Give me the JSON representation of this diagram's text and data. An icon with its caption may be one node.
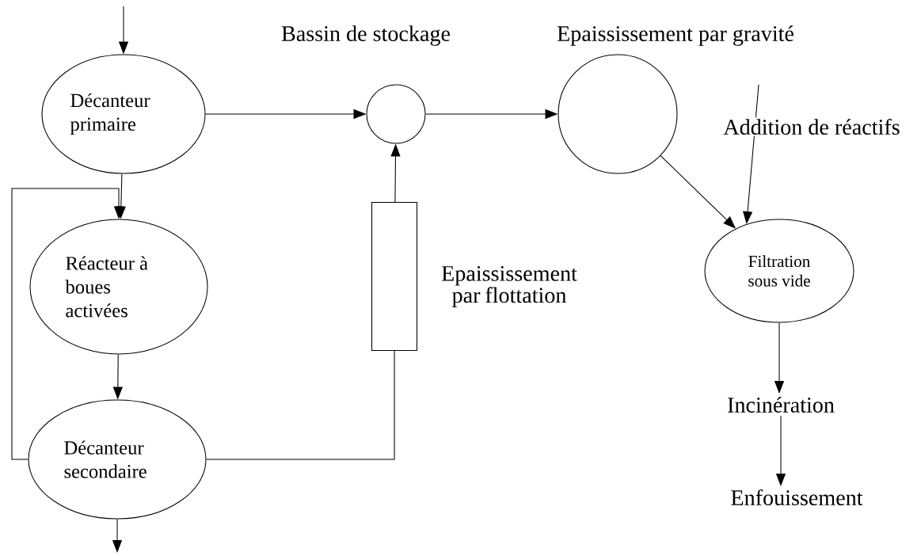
{
  "diagram": {
    "nodes": [
      {
        "text": [
          "Décanteur primaire"
        ]
      },
      {
        "text": [
          "Réacteur à boues activées"
        ]
      },
      {
        "text": [
          "Décanteur secondaire"
        ]
      },
      {
        "text": [
          "Bassin de stockage"
        ]
      },
      {
        "text": [
          "Epaississement par gravité"
        ]
      },
      {
        "text": [
          "Epaississement par flottation"
        ]
      },
      {
        "text": [
          "Filtration sous vide"
        ]
      },
      {
        "text": [
          "Incinération"
        ]
      },
      {
        "text": [
          "Enfouissement"
        ]
      }
    ],
    "edges": [
      {
        "from": null,
        "to": 0,
        "arrow": "to"
      },
      {
        "from": 0,
        "to": 3,
        "arrow": "to"
      },
      {
        "from": 3,
        "to": 4,
        "arrow": "to"
      },
      {
        "from": 4,
        "to": 6,
        "arrow": "to"
      },
      {
        "from": null,
        "to": 6,
        "arrow": "to",
        "label": "Addition de réactifs"
      },
      {
        "from": 6,
        "to": 7,
        "arrow": "to"
      },
      {
        "from": 7,
        "to": 8,
        "arrow": "to"
      },
      {
        "from": 0,
        "to": 1,
        "arrow": "to"
      },
      {
        "from": 1,
        "to": 2,
        "arrow": "to"
      },
      {
        "from": 2,
        "to": null,
        "arrow": "to"
      },
      {
        "from": 2,
        "to": 1,
        "arrow": "to"
      },
      {
        "from": 2,
        "to": 5,
        "arrow": "none"
      },
      {
        "from": 5,
        "to": 3,
        "arrow": "to"
      }
    ]
  }
}
